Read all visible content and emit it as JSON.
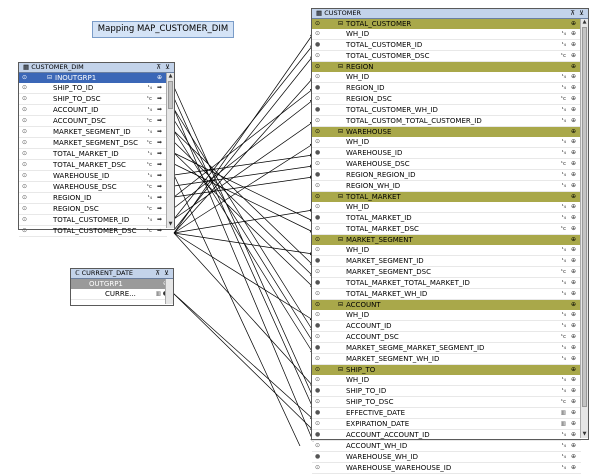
{
  "mapping_title": "Mapping MAP_CUSTOMER_DIM",
  "source": {
    "title": "CUSTOMER_DIM",
    "group": "INOUTGRP1",
    "attributes": [
      "SHIP_TO_ID",
      "SHIP_TO_DSC",
      "ACCOUNT_ID",
      "ACCOUNT_DSC",
      "MARKET_SEGMENT_ID",
      "MARKET_SEGMENT_DSC",
      "TOTAL_MARKET_ID",
      "TOTAL_MARKET_DSC",
      "WAREHOUSE_ID",
      "WAREHOUSE_DSC",
      "REGION_ID",
      "REGION_DSC",
      "TOTAL_CUSTOMER_ID",
      "TOTAL_CUSTOMER_DSC"
    ]
  },
  "current_date": {
    "title": "CURRENT_DATE",
    "group": "OUTGRP1",
    "attribute": "CURRE..."
  },
  "target": {
    "title": "CUSTOMER",
    "levels": [
      {
        "name": "TOTAL_CUSTOMER",
        "attrs": [
          "WH_ID",
          "TOTAL_CUSTOMER_ID",
          "TOTAL_CUSTOMER_DSC"
        ]
      },
      {
        "name": "REGION",
        "attrs": [
          "WH_ID",
          "REGION_ID",
          "REGION_DSC",
          "TOTAL_CUSTOMER_WH_ID",
          "TOTAL_CUSTOM_TOTAL_CUSTOMER_ID"
        ]
      },
      {
        "name": "WAREHOUSE",
        "attrs": [
          "WH_ID",
          "WAREHOUSE_ID",
          "WAREHOUSE_DSC",
          "REGION_REGION_ID",
          "REGION_WH_ID"
        ]
      },
      {
        "name": "TOTAL_MARKET",
        "attrs": [
          "WH_ID",
          "TOTAL_MARKET_ID",
          "TOTAL_MARKET_DSC"
        ]
      },
      {
        "name": "MARKET_SEGMENT",
        "attrs": [
          "WH_ID",
          "MARKET_SEGMENT_ID",
          "MARKET_SEGMENT_DSC",
          "TOTAL_MARKET_TOTAL_MARKET_ID",
          "TOTAL_MARKET_WH_ID"
        ]
      },
      {
        "name": "ACCOUNT",
        "attrs": [
          "WH_ID",
          "ACCOUNT_ID",
          "ACCOUNT_DSC",
          "MARKET_SEGME_MARKET_SEGMENT_ID",
          "MARKET_SEGMENT_WH_ID"
        ]
      },
      {
        "name": "SHIP_TO",
        "attrs": [
          "WH_ID",
          "SHIP_TO_ID",
          "SHIP_TO_DSC",
          "EFFECTIVE_DATE",
          "EXPIRATION_DATE",
          "ACCOUNT_ACCOUNT_ID",
          "ACCOUNT_WH_ID",
          "WAREHOUSE_WH_ID",
          "WAREHOUSE_WAREHOUSE_ID"
        ]
      }
    ]
  },
  "icons": {
    "attr_in": "input-port-icon",
    "group": "group-collapse-icon",
    "window": "window-controls-icon"
  }
}
